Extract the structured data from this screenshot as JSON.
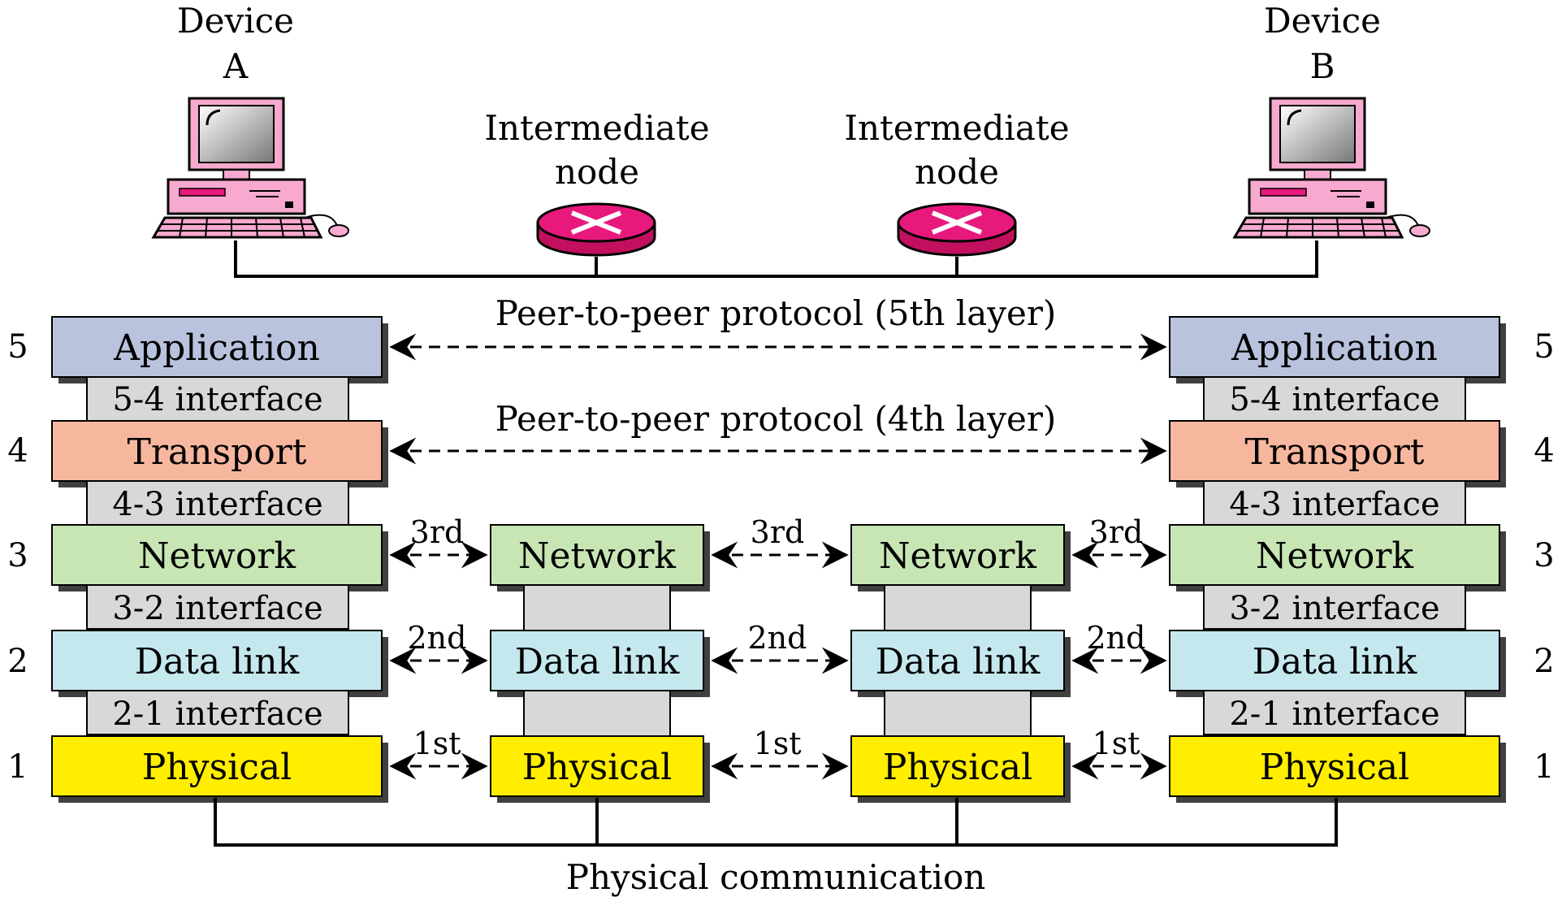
{
  "devices": {
    "a": {
      "line1": "Device",
      "line2": "A"
    },
    "b": {
      "line1": "Device",
      "line2": "B"
    }
  },
  "intermediate": [
    {
      "line1": "Intermediate",
      "line2": "node"
    },
    {
      "line1": "Intermediate",
      "line2": "node"
    }
  ],
  "layers": {
    "application": "Application",
    "transport": "Transport",
    "network": "Network",
    "data_link": "Data link",
    "physical": "Physical"
  },
  "interfaces": {
    "i54": "5-4 interface",
    "i43": "4-3 interface",
    "i32": "3-2 interface",
    "i21": "2-1 interface"
  },
  "layer_numbers": [
    "5",
    "4",
    "3",
    "2",
    "1"
  ],
  "protocols": {
    "fifth": "Peer-to-peer protocol (5th layer)",
    "fourth": "Peer-to-peer protocol (4th layer)"
  },
  "hops": {
    "third": "3rd",
    "second": "2nd",
    "first": "1st"
  },
  "footer": "Physical communication",
  "colors": {
    "application": "#b9c3de",
    "transport": "#f7b79f",
    "network": "#c8e6b4",
    "data_link": "#c5e8ef",
    "physical": "#ffee00",
    "interface": "#d8d8d8",
    "router": "#e8197d",
    "computer": "#f7a9cf"
  }
}
